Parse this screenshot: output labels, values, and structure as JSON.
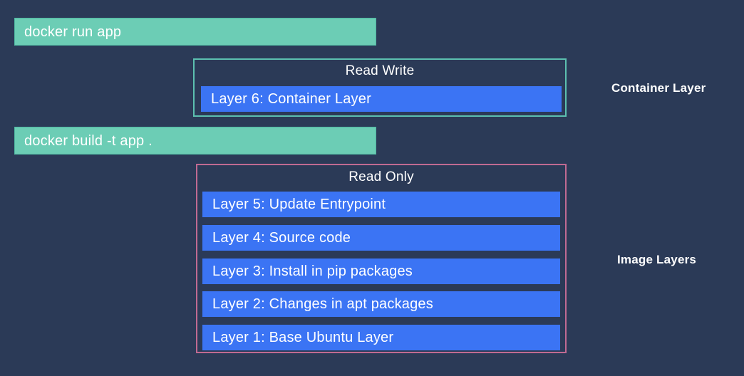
{
  "background_color": "#2b3a57",
  "colors": {
    "command_bar": "#6ccdb5",
    "layer_bar": "#3b74f4",
    "container_border": "#5cc0b0",
    "image_border": "#c06a92",
    "text": "#ffffff"
  },
  "commands": [
    {
      "id": "run",
      "text": "docker run app"
    },
    {
      "id": "build",
      "text": "docker build -t app ."
    }
  ],
  "container_group": {
    "caption": "Read Write",
    "side_label": "Container Layer",
    "layers": [
      {
        "text": "Layer 6: Container Layer"
      }
    ]
  },
  "image_group": {
    "caption": "Read Only",
    "side_label": "Image Layers",
    "layers": [
      {
        "text": "Layer 5: Update Entrypoint"
      },
      {
        "text": "Layer 4: Source code"
      },
      {
        "text": "Layer 3: Install in pip packages"
      },
      {
        "text": "Layer 2: Changes in apt packages"
      },
      {
        "text": "Layer 1: Base Ubuntu Layer"
      }
    ]
  }
}
